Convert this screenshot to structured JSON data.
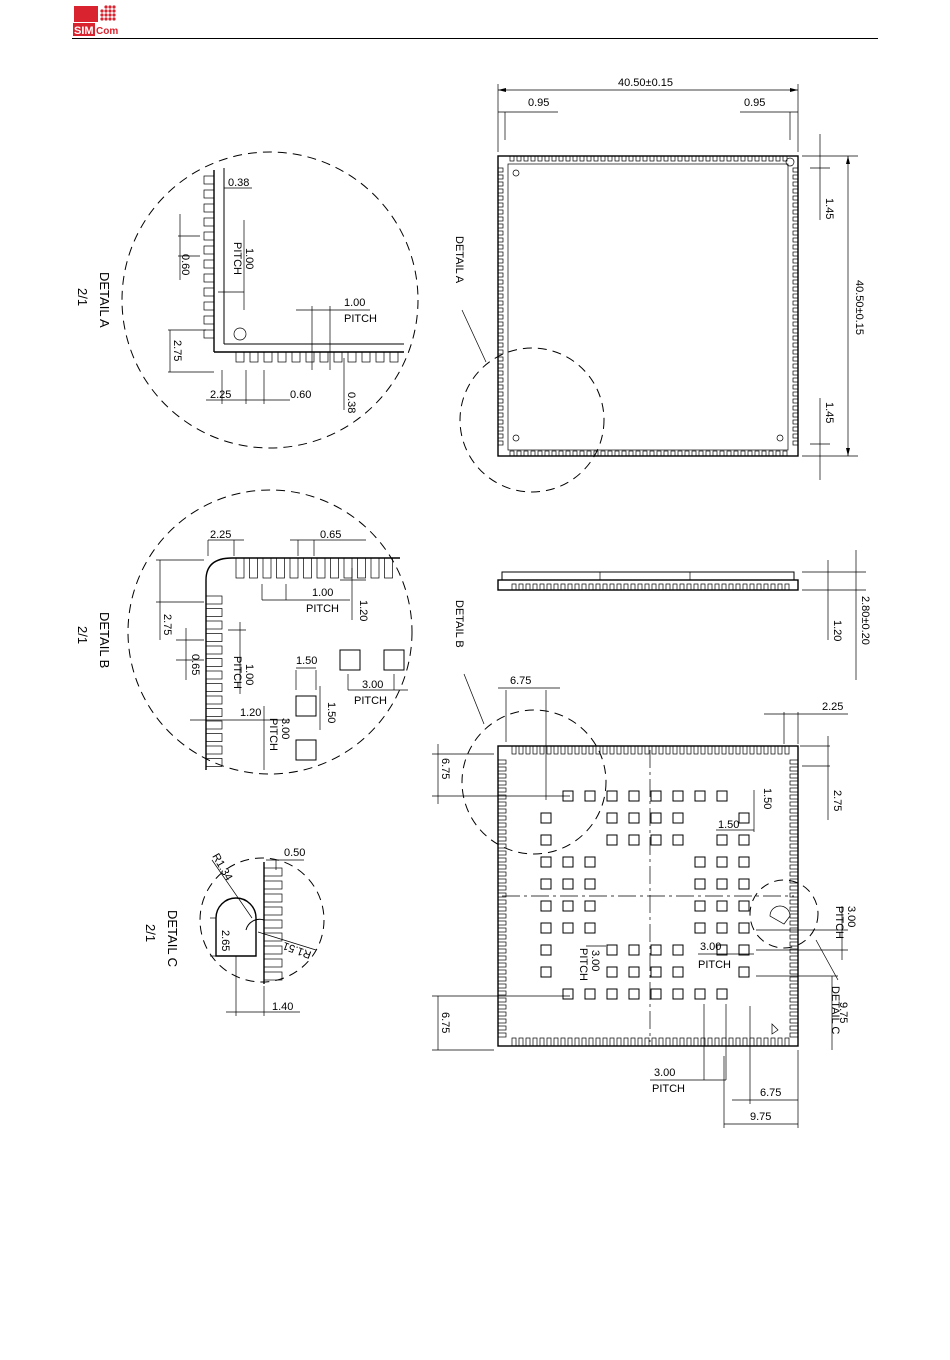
{
  "header": {
    "logo_text_bold": "SIM",
    "logo_text_light": "Com",
    "brand_color": "#d9232e"
  },
  "top_view": {
    "width_dim": "40.50±0.15",
    "left_margin": "0.95",
    "right_margin": "0.95",
    "height_dim": "40.50±0.15",
    "top_offset": "1.45",
    "bottom_offset": "1.45",
    "detail_label": "DETAIL A"
  },
  "detail_a": {
    "title": "DETAIL A",
    "scale": "2/1",
    "d_038_top": "0.38",
    "d_060_left": "0.60",
    "d_pitch_v_value": "1.00",
    "d_pitch_v_label": "PITCH",
    "d_pitch_h_value": "1.00",
    "d_pitch_h_label": "PITCH",
    "d_275": "2.75",
    "d_225": "2.25",
    "d_060_bottom": "0.60",
    "d_038_bottom": "0.38"
  },
  "side_view": {
    "height_total": "2.80±0.20",
    "height_base": "1.20"
  },
  "bottom_view": {
    "detail_b_label": "DETAIL B",
    "detail_c_label": "DETAIL C",
    "d_675_top": "6.75",
    "d_675_left": "6.75",
    "d_225_right": "2.25",
    "d_275_right": "2.75",
    "d_150_v": "1.50",
    "d_150_h": "1.50",
    "d_pitch_right_value": "3.00",
    "d_pitch_right_label": "PITCH",
    "d_300_inner_v": "3.00",
    "d_pitch_inner_v": "PITCH",
    "d_300_inner_h": "3.00",
    "d_pitch_inner_h": "PITCH",
    "d_975_right": "9.75",
    "d_675_bottom_left": "6.75",
    "d_300_bottom_value": "3.00",
    "d_300_bottom_label": "PITCH",
    "d_675_bottom": "6.75",
    "d_975_bottom": "9.75"
  },
  "detail_b": {
    "title": "DETAIL B",
    "scale": "2/1",
    "d_225": "2.25",
    "d_065_top": "0.65",
    "d_275": "2.75",
    "d_100_value": "1.00",
    "d_100_label": "PITCH",
    "d_120_top": "1.20",
    "d_065_left": "0.65",
    "d_100_v_value": "1.00",
    "d_100_v_label": "PITCH",
    "d_150_top": "1.50",
    "d_150_side": "1.50",
    "d_300_h_value": "3.00",
    "d_300_h_label": "PITCH",
    "d_120_left": "1.20",
    "d_300_v_value": "3.00",
    "d_300_v_label": "PITCH"
  },
  "detail_c": {
    "title": "DETAIL C",
    "scale": "2/1",
    "r134": "R1.34",
    "d_050": "0.50",
    "d_265": "2.65",
    "r151": "R1.51",
    "d_140": "1.40"
  }
}
